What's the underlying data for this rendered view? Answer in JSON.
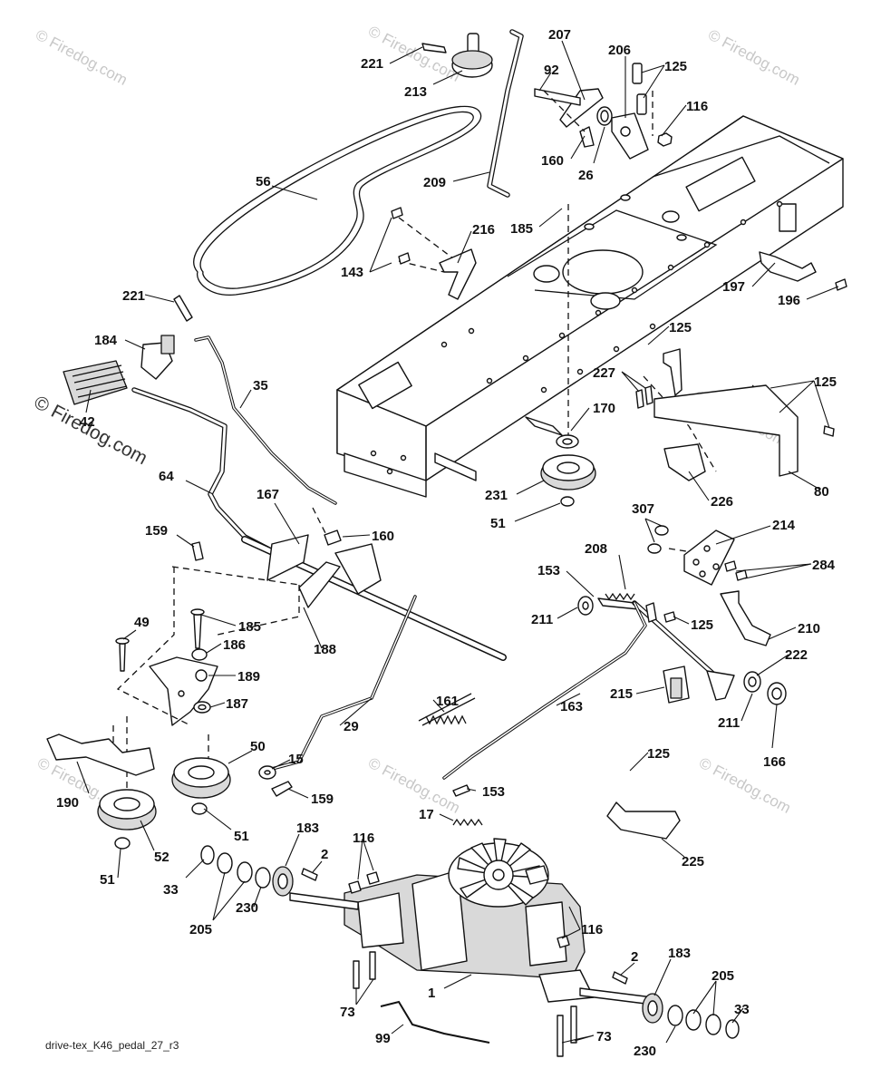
{
  "watermark": {
    "text": "© Firedog.com"
  },
  "footer": {
    "caption": "drive-tex_K46_pedal_27_r3"
  },
  "callouts": {
    "c221a": "221",
    "c213": "213",
    "c207": "207",
    "c206": "206",
    "c92": "92",
    "c125a": "125",
    "c116a": "116",
    "c160a": "160",
    "c26": "26",
    "c209": "209",
    "c56": "56",
    "c185a": "185",
    "c216": "216",
    "c143": "143",
    "c197": "197",
    "c196": "196",
    "c221b": "221",
    "c125b": "125",
    "c184": "184",
    "c227": "227",
    "c125c": "125",
    "c35": "35",
    "c42": "42",
    "c170": "170",
    "c80": "80",
    "c226": "226",
    "c231": "231",
    "c64": "64",
    "c51a": "51",
    "c167": "167",
    "c160b": "160",
    "c307": "307",
    "c214": "214",
    "c159a": "159",
    "c284": "284",
    "c208": "208",
    "c153a": "153",
    "c49": "49",
    "c185b": "185",
    "c186": "186",
    "c188": "188",
    "c211a": "211",
    "c125d": "125",
    "c210": "210",
    "c189": "189",
    "c222": "222",
    "c187": "187",
    "c161": "161",
    "c215": "215",
    "c163": "163",
    "c29": "29",
    "c211b": "211",
    "c166": "166",
    "c50": "50",
    "c15": "15",
    "c125e": "125",
    "c190": "190",
    "c159b": "159",
    "c153b": "153",
    "c17": "17",
    "c51b": "51",
    "c52": "52",
    "c225": "225",
    "c183a": "183",
    "c116b": "116",
    "c2a": "2",
    "c33a": "33",
    "c51c": "51",
    "c205a": "205",
    "c230a": "230",
    "c116c": "116",
    "c2b": "2",
    "c183b": "183",
    "c205b": "205",
    "c73a": "73",
    "c1": "1",
    "c33b": "33",
    "c99": "99",
    "c230b": "230",
    "c73b": "73"
  }
}
